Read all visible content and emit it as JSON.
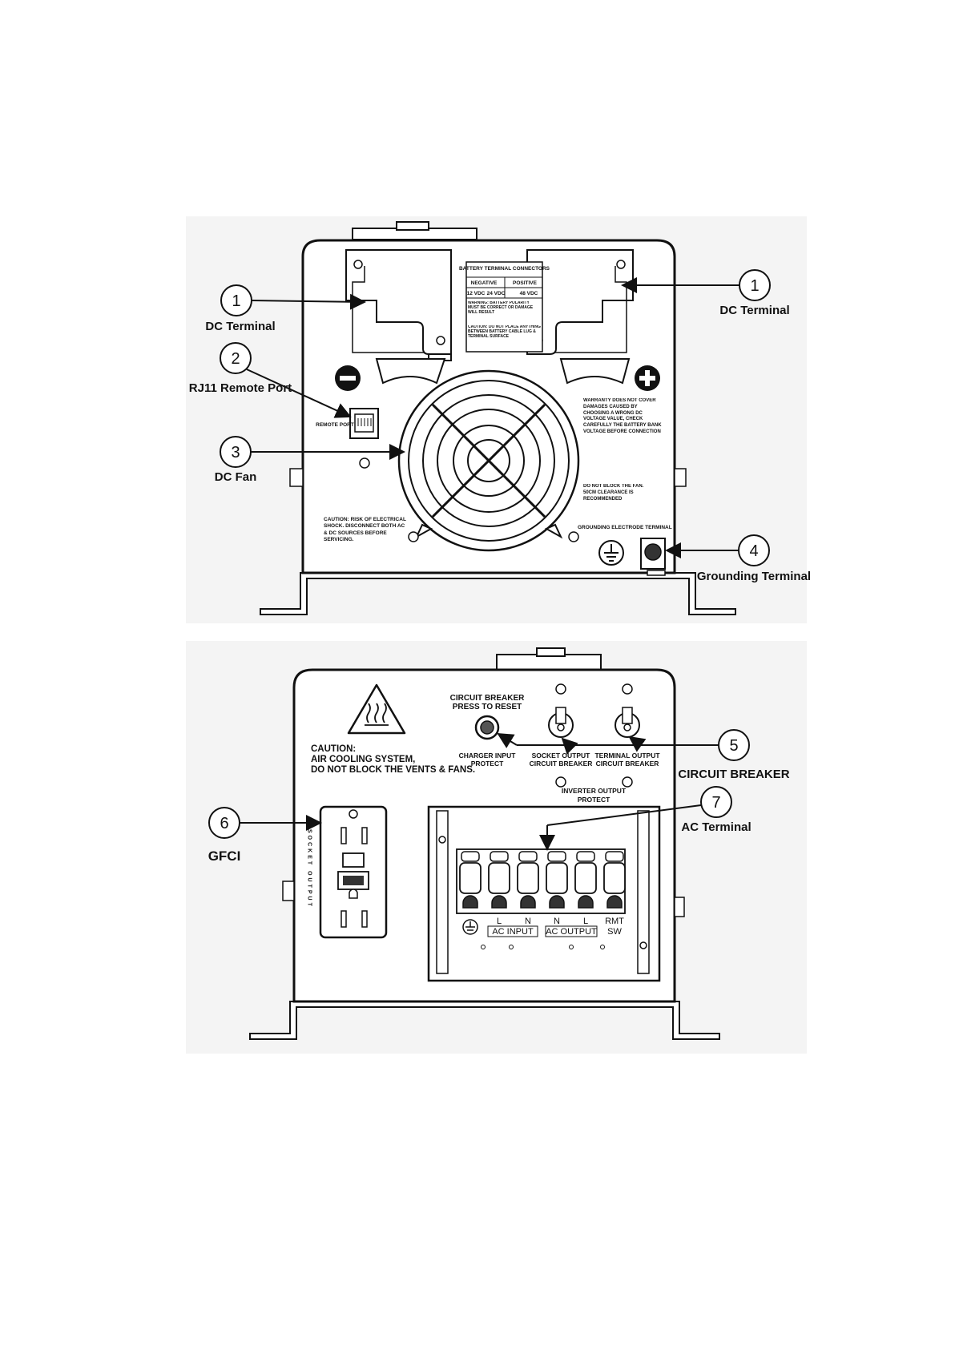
{
  "top_panel": {
    "callouts": [
      {
        "number": "1",
        "label": "DC Terminal"
      },
      {
        "number": "1",
        "label": "DC Terminal"
      },
      {
        "number": "2",
        "label": "RJ11 Remote Port"
      },
      {
        "number": "3",
        "label": "DC Fan"
      },
      {
        "number": "4",
        "label": "Grounding Terminal"
      }
    ],
    "battery_label": {
      "title": "BATTERY TERMINAL CONNECTORS",
      "negative": "NEGATIVE",
      "positive": "POSITIVE",
      "v12": "12 VDC",
      "v24": "24 VDC",
      "v48": "48 VDC",
      "warning": "WARNING: BATTERY POLARITY MUST BE CORRECT OR DAMAGE WILL RESULT",
      "caution": "CAUTION: DO NOT PLACE ANYTHING BETWEEN BATTERY CABLE LUG & TERMINAL SURFACE"
    },
    "remote_port_label": "REMOTE PORT",
    "warranty_note": "WARRANTY DOES NOT COVER DAMAGES CAUSED BY CHOOSING A WRONG DC VOLTAGE VALUE, CHECK CAREFULLY THE BATTERY BANK VOLTAGE BEFORE CONNECTION",
    "fan_note": "DO NOT BLOCK THE FAN. 50CM CLEARANCE IS RECOMMENDED",
    "caution_note": "CAUTION: RISK OF ELECTRICAL SHOCK. DISCONNECT BOTH AC & DC SOURCES BEFORE SERVICING.",
    "grounding_electrode": "GROUNDING ELECTRODE TERMINAL"
  },
  "bottom_panel": {
    "callouts": [
      {
        "number": "5",
        "label": "CIRCUIT BREAKER"
      },
      {
        "number": "6",
        "label": "GFCI"
      },
      {
        "number": "7",
        "label": "AC Terminal"
      }
    ],
    "caution_title": "CAUTION:",
    "caution_line1": "AIR COOLING SYSTEM,",
    "caution_line2": "DO NOT BLOCK THE VENTS & FANS.",
    "breaker_title1": "CIRCUIT BREAKER",
    "breaker_title2": "PRESS TO RESET",
    "charger1": "CHARGER INPUT",
    "charger2": "PROTECT",
    "socket1": "SOCKET OUTPUT",
    "socket2": "CIRCUIT BREAKER",
    "terminal1": "TERMINAL OUTPUT",
    "terminal2": "CIRCUIT BREAKER",
    "inverter1": "INVERTER OUTPUT",
    "inverter2": "PROTECT",
    "socket_vertical": "SOCKET OUTPUT",
    "term_L1": "L",
    "term_N1": "N",
    "term_N2": "N",
    "term_L2": "L",
    "term_RMT": "RMT",
    "term_SW": "SW",
    "ac_input": "AC INPUT",
    "ac_output": "AC OUTPUT"
  }
}
